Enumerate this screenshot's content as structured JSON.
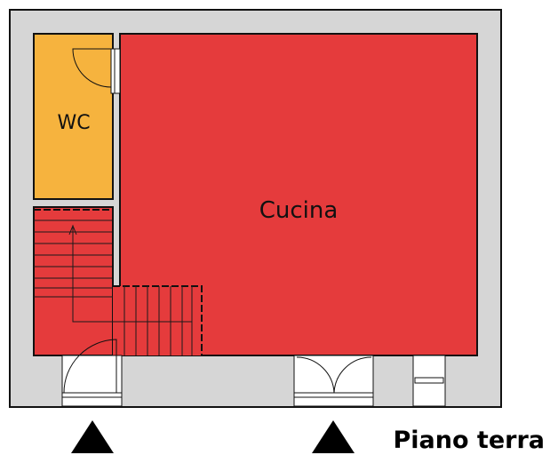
{
  "floor_plan": {
    "rooms": [
      {
        "name": "wc",
        "label": "WC",
        "fill": "#f6b33e"
      },
      {
        "name": "cucina",
        "label": "Cucina",
        "fill": "#e53b3c"
      },
      {
        "name": "scala",
        "label": "",
        "fill": "#e53b3c"
      }
    ],
    "caption": "Piano terra",
    "colors": {
      "wall": "#d6d6d6",
      "wall_line": "#111111",
      "stair_line": "#1a1a1a",
      "entrance_arrow": "#000000"
    },
    "entrances": 2
  }
}
